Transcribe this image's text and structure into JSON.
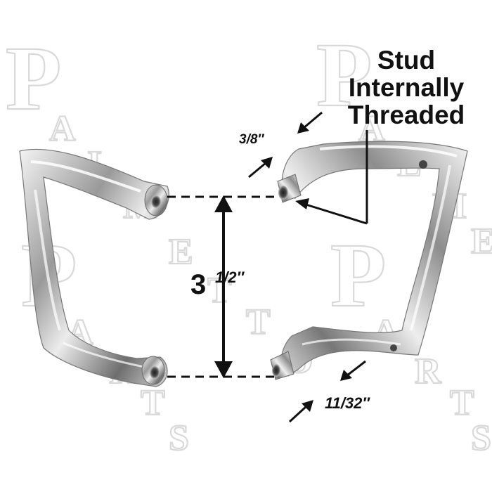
{
  "watermark": {
    "logo_text": "PalmettoParts",
    "color": "#d9d9d9"
  },
  "callout": {
    "title_line1": "Stud",
    "title_line2": "Internally",
    "title_line3": "Threaded"
  },
  "dimensions": {
    "stud_diameter": "3/8″",
    "height_whole": "3",
    "height_fraction": "1/2″",
    "base_diameter": "11/32″"
  },
  "colors": {
    "chrome_dark": "#5a5a5a",
    "chrome_mid": "#a8a8a8",
    "chrome_light": "#f2f2f2",
    "annotation": "#111111"
  }
}
